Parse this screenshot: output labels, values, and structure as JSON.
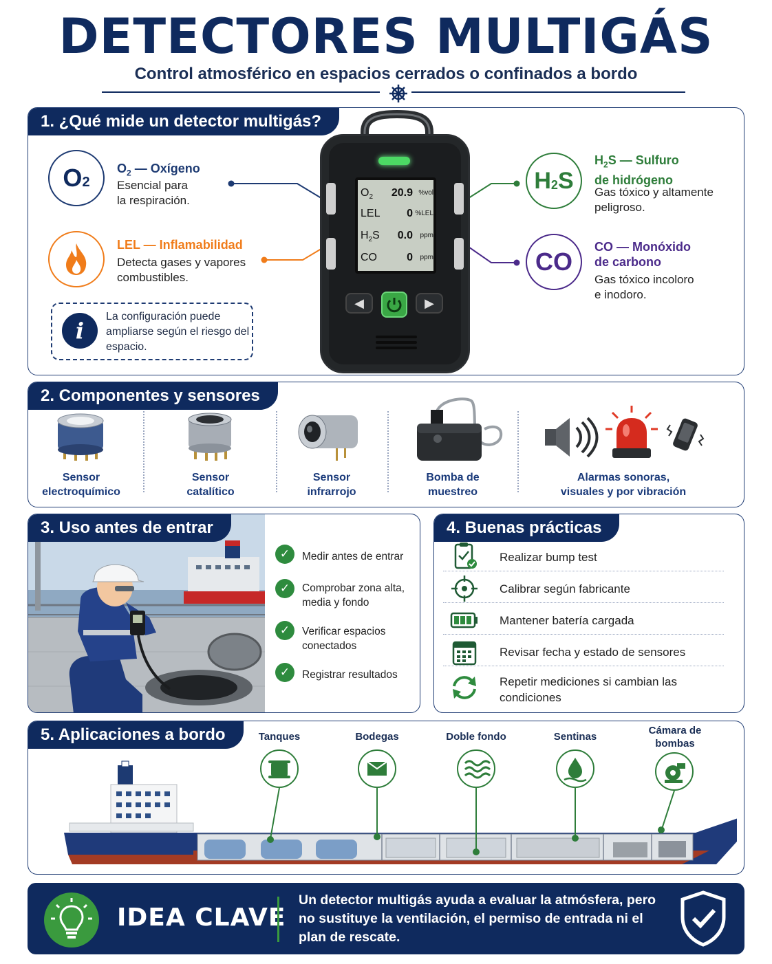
{
  "header": {
    "title": "DETECTORES MULTIGÁS",
    "subtitle": "Control atmosférico en espacios cerrados o confinados a bordo"
  },
  "colors": {
    "navy": "#0f2a5e",
    "green": "#2e7d3a",
    "orange": "#f07c1a",
    "purple": "#4b2a8a",
    "dark_green": "#2e7d3a"
  },
  "section1": {
    "title": "1. ¿Qué mide un detector multigás?",
    "gases": [
      {
        "symbol": "O",
        "sub": "2",
        "name_main": "O",
        "name_sub": "2",
        "name_rest": " — Oxígeno",
        "desc": [
          "Esencial para",
          "la respiración."
        ],
        "icon": "o2-icon"
      },
      {
        "symbol": "",
        "name_main": "LEL — Inflamabilidad",
        "desc": [
          "Detecta gases y vapores",
          "combustibles."
        ],
        "icon": "flame-icon"
      },
      {
        "symbol": "H",
        "sub": "2",
        "symbol_rest": "S",
        "name_main": "H",
        "name_sub": "2",
        "name_rest": "S — Sulfuro",
        "name_line2": "de hidrógeno",
        "desc": [
          "Gas tóxico y altamente",
          "peligroso."
        ],
        "icon": "h2s-icon"
      },
      {
        "symbol": "CO",
        "name_main": "CO — Monóxido",
        "name_line2": "de carbono",
        "desc": [
          "Gas tóxico incoloro",
          "e inodoro."
        ],
        "icon": "co-icon"
      }
    ],
    "info_text": "La configuración puede ampliarse según el riesgo del espacio.",
    "screen": [
      {
        "label": "O",
        "sub": "2",
        "value": "20.9",
        "unit": "%vol"
      },
      {
        "label": "LEL",
        "sub": "",
        "value": "0",
        "unit": "%LEL"
      },
      {
        "label": "H",
        "sub": "2",
        "label_rest": "S",
        "value": "0.0",
        "unit": "ppm"
      },
      {
        "label": "CO",
        "sub": "",
        "value": "0",
        "unit": "ppm"
      }
    ]
  },
  "section2": {
    "title": "2. Componentes y sensores",
    "items": [
      {
        "line1": "Sensor",
        "line2": "electroquímico",
        "icon": "electrochemical-sensor-icon"
      },
      {
        "line1": "Sensor",
        "line2": "catalítico",
        "icon": "catalytic-sensor-icon"
      },
      {
        "line1": "Sensor",
        "line2": "infrarrojo",
        "icon": "infrared-sensor-icon"
      },
      {
        "line1": "Bomba de",
        "line2": "muestreo",
        "icon": "sampling-pump-icon"
      },
      {
        "line1": "Alarmas sonoras,",
        "line2": "visuales y por vibración",
        "icon": "alarms-icon"
      }
    ]
  },
  "section3": {
    "title": "3. Uso antes de entrar",
    "checks": [
      "Medir antes de entrar",
      "Comprobar zona alta, media y fondo",
      "Verificar espacios conectados",
      "Registrar resultados"
    ]
  },
  "section4": {
    "title": "4. Buenas prácticas",
    "items": [
      {
        "text": "Realizar bump test",
        "icon": "clipboard-check-icon"
      },
      {
        "text": "Calibrar según fabricante",
        "icon": "crosshair-icon"
      },
      {
        "text": "Mantener batería cargada",
        "icon": "battery-icon"
      },
      {
        "text": "Revisar fecha y estado de sensores",
        "icon": "calendar-icon"
      },
      {
        "text": "Repetir mediciones si cambian las condiciones",
        "icon": "refresh-icon"
      }
    ]
  },
  "section5": {
    "title": "5. Aplicaciones a bordo",
    "apps": [
      {
        "label": "Tanques",
        "icon": "tank-icon"
      },
      {
        "label": "Bodegas",
        "icon": "hold-icon"
      },
      {
        "label": "Doble fondo",
        "icon": "waves-icon"
      },
      {
        "label": "Sentinas",
        "icon": "drop-icon"
      },
      {
        "label": "Cámara de bombas",
        "icon": "pump-icon"
      }
    ]
  },
  "footer": {
    "label": "IDEA CLAVE",
    "text": "Un detector multigás ayuda a evaluar la atmósfera, pero no sustituye la ventilación, el permiso de entrada ni el plan de rescate."
  }
}
